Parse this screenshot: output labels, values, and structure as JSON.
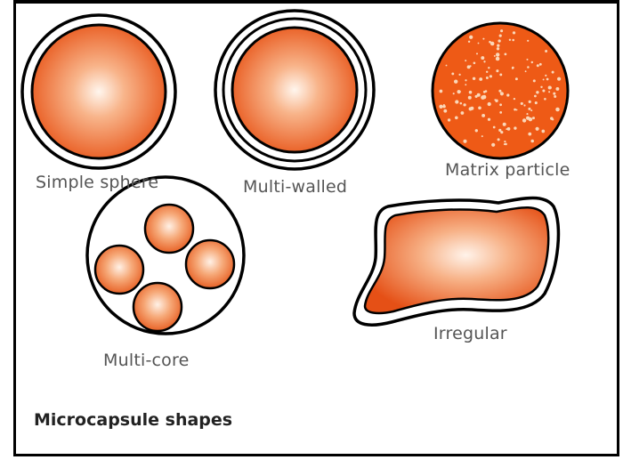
{
  "labels": {
    "simple_sphere": "Simple sphere",
    "multi_walled": "Multi-walled",
    "matrix_particle": "Matrix particle",
    "multi_core": "Multi-core",
    "irregular": "Irregular"
  },
  "caption": "Microcapsule shapes",
  "colors": {
    "core_light": "#fff4ea",
    "core_dark": "#e8561a",
    "wall": "#000000",
    "matrix": "#ee5a16"
  }
}
